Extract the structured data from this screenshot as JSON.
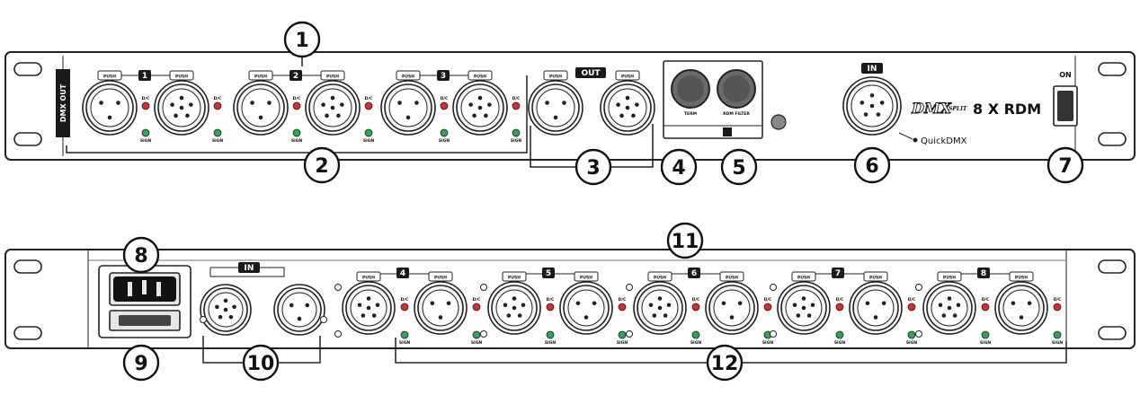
{
  "front_panel": {
    "push_label": "PUSH",
    "output_groups": [
      "1",
      "2",
      "3"
    ],
    "out_group_label": "OUT",
    "dmx_out_label": "DMX OUT",
    "led_labels": {
      "status": "D/C",
      "signal": "SIGN"
    },
    "term_label": "TERM",
    "rdm_filter_label": "RDM FILTER",
    "in_label": "IN",
    "brand": "DMX",
    "brand_suffix": "SPLIT",
    "model": "8 X RDM",
    "maker": "QuickDMX",
    "power_label": "ON"
  },
  "rear_panel": {
    "in_label": "IN",
    "push_label": "PUSH",
    "output_groups": [
      "4",
      "5",
      "6",
      "7",
      "8"
    ],
    "led_labels": {
      "status": "D/C",
      "signal": "SIGN"
    }
  },
  "callouts": [
    "1",
    "2",
    "3",
    "4",
    "5",
    "6",
    "7",
    "8",
    "9",
    "10",
    "11",
    "12"
  ]
}
